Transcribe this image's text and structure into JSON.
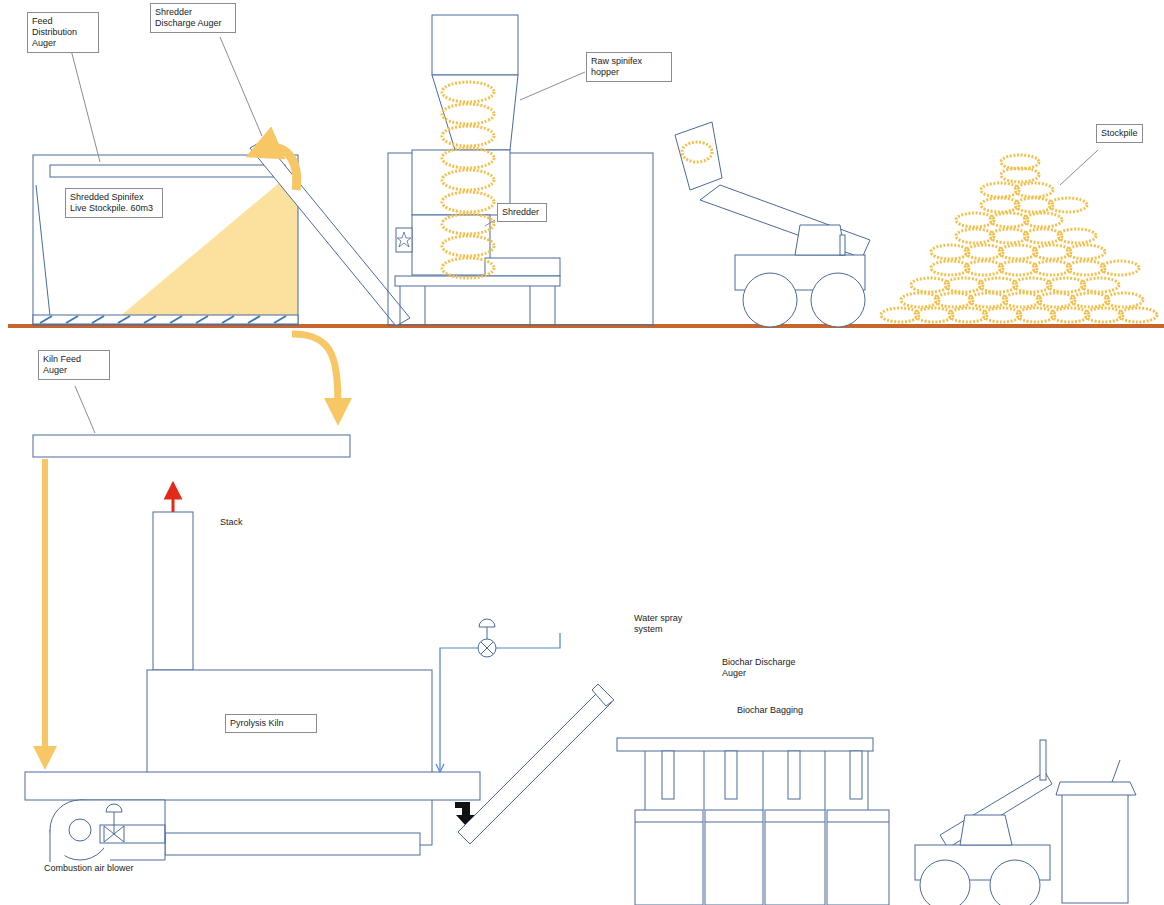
{
  "diagram": {
    "nodes": [
      {
        "text": [
          "Feed Distribution Auger"
        ]
      },
      {
        "text": [
          "Shredder Discharge Auger"
        ]
      },
      {
        "text": [
          "Raw spinifex hopper"
        ]
      },
      {
        "text": [
          "Stockpile"
        ]
      },
      {
        "text": [
          "Shredded Spinifex Live Stockpile. 60m3"
        ]
      },
      {
        "text": [
          "Shredder"
        ]
      },
      {
        "text": [
          "Kiln Feed Auger"
        ]
      },
      {
        "text": [
          "Pyrolysis Kiln"
        ]
      }
    ],
    "labels": [
      "Stack",
      "Water spray system",
      "Biochar Discharge Auger",
      "Biochar Bagging",
      "Combustion air blower"
    ]
  }
}
